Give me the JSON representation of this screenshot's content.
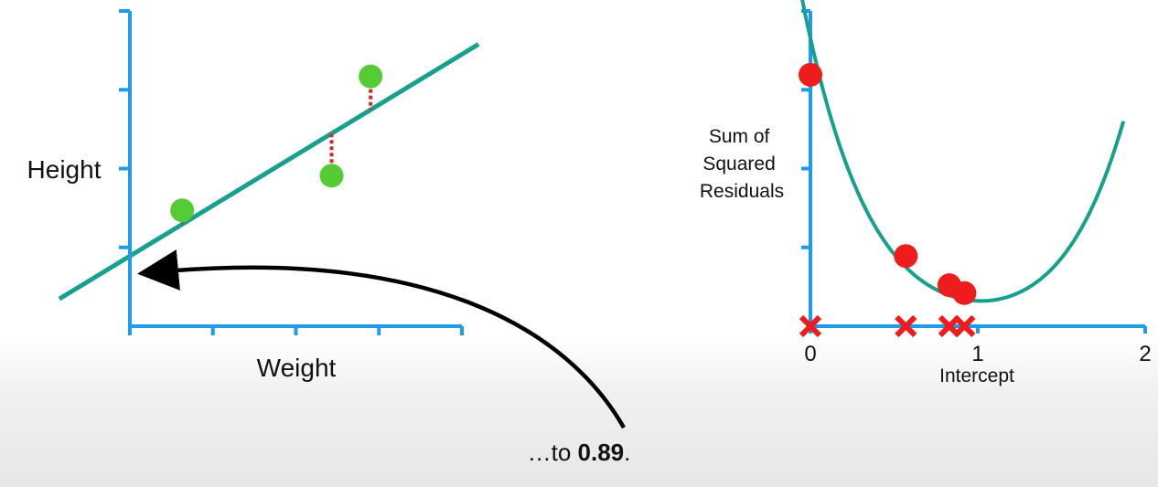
{
  "colors": {
    "axis": "#1e9be9",
    "fit_line": "#16a08e",
    "curve": "#16a08e",
    "data_point": "#55cc33",
    "residual": "#d62a2a",
    "ssr_point": "#ee1c1c",
    "marker_x": "#ee1c1c",
    "arrow": "#000000",
    "text": "#111111"
  },
  "caption": {
    "prefix": "…to ",
    "value": "0.89",
    "suffix": "."
  },
  "chart_data": [
    {
      "type": "scatter",
      "xlabel": "Weight",
      "ylabel": "Height",
      "title": "",
      "xlim": [
        0,
        4
      ],
      "ylim": [
        0,
        4
      ],
      "x_ticks_count": 4,
      "y_ticks_count": 4,
      "grid": false,
      "points": [
        {
          "x": 0.63,
          "y": 1.47
        },
        {
          "x": 2.43,
          "y": 1.91
        },
        {
          "x": 2.9,
          "y": 3.17
        }
      ],
      "fit_line": {
        "intercept": 0.89,
        "slope": 0.64
      },
      "residuals": "dotted vertical segments from each point to the fit line"
    },
    {
      "type": "line",
      "xlabel": "Intercept",
      "ylabel": "Sum of Squared Residuals",
      "title": "",
      "xlim": [
        0,
        2
      ],
      "ylim": [
        0,
        4
      ],
      "x_tick_labels": [
        "0",
        "1",
        "2"
      ],
      "y_ticks_count": 4,
      "grid": false,
      "curve": "parabola with minimum near intercept 1",
      "evaluated_points": [
        {
          "x": 0.0,
          "y": 3.19
        },
        {
          "x": 0.57,
          "y": 0.89
        },
        {
          "x": 0.83,
          "y": 0.52
        },
        {
          "x": 0.92,
          "y": 0.42
        }
      ],
      "x_markers": [
        0.0,
        0.57,
        0.83,
        0.92
      ]
    }
  ]
}
